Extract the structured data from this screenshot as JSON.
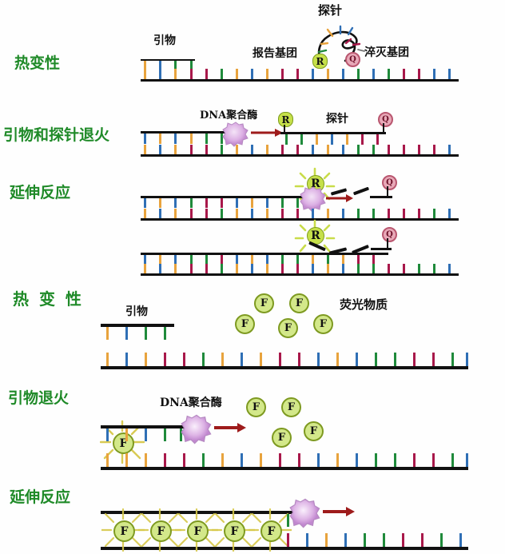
{
  "figure": {
    "title_present": false,
    "kind": "taqman-probe-and-sybr-green-pcr-diagram",
    "colors": {
      "stage_label": "#1f8a28",
      "annotation_text": "#111111",
      "backbone": "#111111",
      "polymerase": "#d9a8e0",
      "arrow": "#9e1b1b",
      "reporter_fill": "#c6e04a",
      "quencher_fill": "#e8a9b8",
      "fluor_fill": "#d3e88a",
      "glow": "#c9dc4a",
      "base_orange": "#e8a33d",
      "base_blue": "#2f6fb5",
      "base_green": "#1f8a3b",
      "base_crimson": "#a8184a"
    }
  },
  "stages": [
    {
      "id": "s1",
      "label": "热变性",
      "letter_spacing": "0px"
    },
    {
      "id": "s2",
      "label": "引物和探针退火",
      "letter_spacing": "0px"
    },
    {
      "id": "s3",
      "label": "延伸反应",
      "letter_spacing": "0px"
    },
    {
      "id": "s4",
      "label": "热 变 性",
      "letter_spacing": "3px"
    },
    {
      "id": "s5",
      "label": "引物退火",
      "letter_spacing": "0px"
    },
    {
      "id": "s6",
      "label": "延伸反应",
      "letter_spacing": "0px"
    }
  ],
  "annotations": {
    "primer_1": "引物",
    "probe_top": "探针",
    "reporter_group": "报告基团",
    "quencher_group": "淬灭基团",
    "polymerase_2": "DNA聚合酶",
    "reporter_letter_2": "R",
    "probe_label_2": "探针",
    "quencher_letter_2": "Q",
    "reporter_letter_3": "R",
    "quencher_letter_3": "Q",
    "reporter_letter_4": "R",
    "quencher_letter_4": "Q",
    "primer_5": "引物",
    "fluor_substance": "荧光物质",
    "polymerase_6": "DNA聚合酶",
    "reporter_letter_1": "R",
    "quencher_letter_1": "Q",
    "fluor_letter": "F"
  },
  "free_fluorophores": {
    "row4_count": 5,
    "row5_count": 5,
    "letter": "F"
  },
  "incorporated_fluorophores": {
    "row6_count": 5,
    "letter": "F"
  }
}
